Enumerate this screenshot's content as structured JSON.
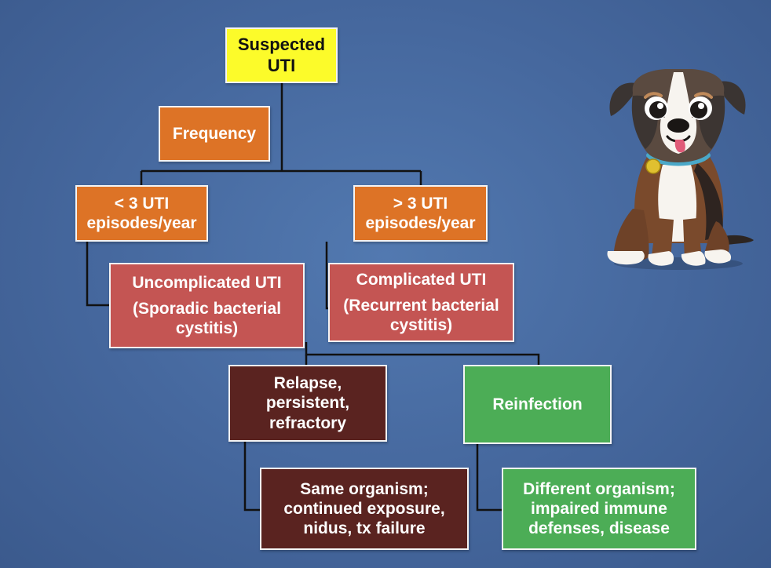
{
  "diagram": {
    "suspected": {
      "line1": "Suspected",
      "line2": "UTI"
    },
    "frequency": {
      "label": "Frequency"
    },
    "less_than_3": {
      "line1": "< 3 UTI",
      "line2": "episodes/year"
    },
    "more_than_3": {
      "line1": "> 3 UTI",
      "line2": "episodes/year"
    },
    "uncomplicated": {
      "line1": "Uncomplicated UTI",
      "line2": "(Sporadic bacterial",
      "line3": "cystitis)"
    },
    "complicated": {
      "line1": "Complicated UTI",
      "line2": "(Recurrent bacterial",
      "line3": "cystitis)"
    },
    "relapse": {
      "line1": "Relapse,",
      "line2": "persistent,",
      "line3": "refractory"
    },
    "reinfection": {
      "label": "Reinfection"
    },
    "same_organism": {
      "line1": "Same organism;",
      "line2": "continued exposure,",
      "line3": "nidus, tx failure"
    },
    "different_organism": {
      "line1": "Different organism;",
      "line2": "impaired immune",
      "line3": "defenses, disease"
    }
  },
  "colors": {
    "background": "#4a6ea6",
    "yellow": "#fcfb2a",
    "orange": "#dd7326",
    "rose": "#c45553",
    "maroon": "#5a2320",
    "green": "#4cad56",
    "connector": "#111111"
  },
  "illustration": {
    "icon": "cartoon-boxer-dog-icon"
  }
}
